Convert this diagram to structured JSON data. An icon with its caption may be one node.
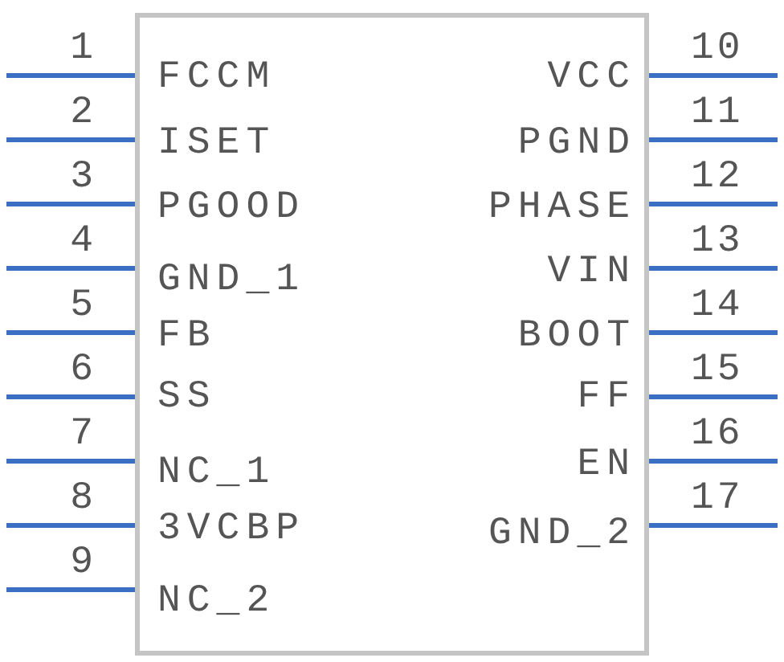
{
  "diagram": {
    "nodes": [
      {
        "text": [],
        "shape": "box"
      },
      {
        "text": [
          "FCCM"
        ],
        "in": 0
      },
      {
        "text": [
          "ISET"
        ],
        "in": 0
      },
      {
        "text": [
          "PGOOD"
        ],
        "in": 0
      },
      {
        "text": [
          "GND_1"
        ],
        "in": 0
      },
      {
        "text": [
          "FB"
        ],
        "in": 0
      },
      {
        "text": [
          "SS"
        ],
        "in": 0
      },
      {
        "text": [
          "NC_1"
        ],
        "in": 0
      },
      {
        "text": [
          "3VCBP"
        ],
        "in": 0
      },
      {
        "text": [
          "NC_2"
        ],
        "in": 0
      },
      {
        "text": [
          "VCC"
        ],
        "in": 0
      },
      {
        "text": [
          "PGND"
        ],
        "in": 0
      },
      {
        "text": [
          "PHASE"
        ],
        "in": 0
      },
      {
        "text": [
          "VIN"
        ],
        "in": 0
      },
      {
        "text": [
          "BOOT"
        ],
        "in": 0
      },
      {
        "text": [
          "FF"
        ],
        "in": 0
      },
      {
        "text": [
          "EN"
        ],
        "in": 0
      },
      {
        "text": [
          "GND_2"
        ],
        "in": 0
      }
    ],
    "edges": [
      {
        "from": null,
        "to": 1,
        "arrow": "none"
      },
      {
        "from": null,
        "to": 2,
        "arrow": "none"
      },
      {
        "from": null,
        "to": 3,
        "arrow": "none"
      },
      {
        "from": null,
        "to": 4,
        "arrow": "none"
      },
      {
        "from": null,
        "to": 5,
        "arrow": "none"
      },
      {
        "from": null,
        "to": 6,
        "arrow": "none"
      },
      {
        "from": null,
        "to": 7,
        "arrow": "none"
      },
      {
        "from": null,
        "to": 8,
        "arrow": "none"
      },
      {
        "from": null,
        "to": 9,
        "arrow": "none"
      },
      {
        "from": null,
        "to": 10,
        "arrow": "none"
      },
      {
        "from": null,
        "to": 11,
        "arrow": "none"
      },
      {
        "from": null,
        "to": 12,
        "arrow": "none"
      },
      {
        "from": null,
        "to": 13,
        "arrow": "none"
      },
      {
        "from": null,
        "to": 14,
        "arrow": "none"
      },
      {
        "from": null,
        "to": 15,
        "arrow": "none"
      },
      {
        "from": null,
        "to": 16,
        "arrow": "none"
      },
      {
        "from": null,
        "to": 17,
        "arrow": "none"
      }
    ],
    "labels": [
      "1",
      "2",
      "3",
      "4",
      "5",
      "6",
      "7",
      "8",
      "9",
      "10",
      "11",
      "12",
      "13",
      "14",
      "15",
      "16",
      "17"
    ]
  }
}
